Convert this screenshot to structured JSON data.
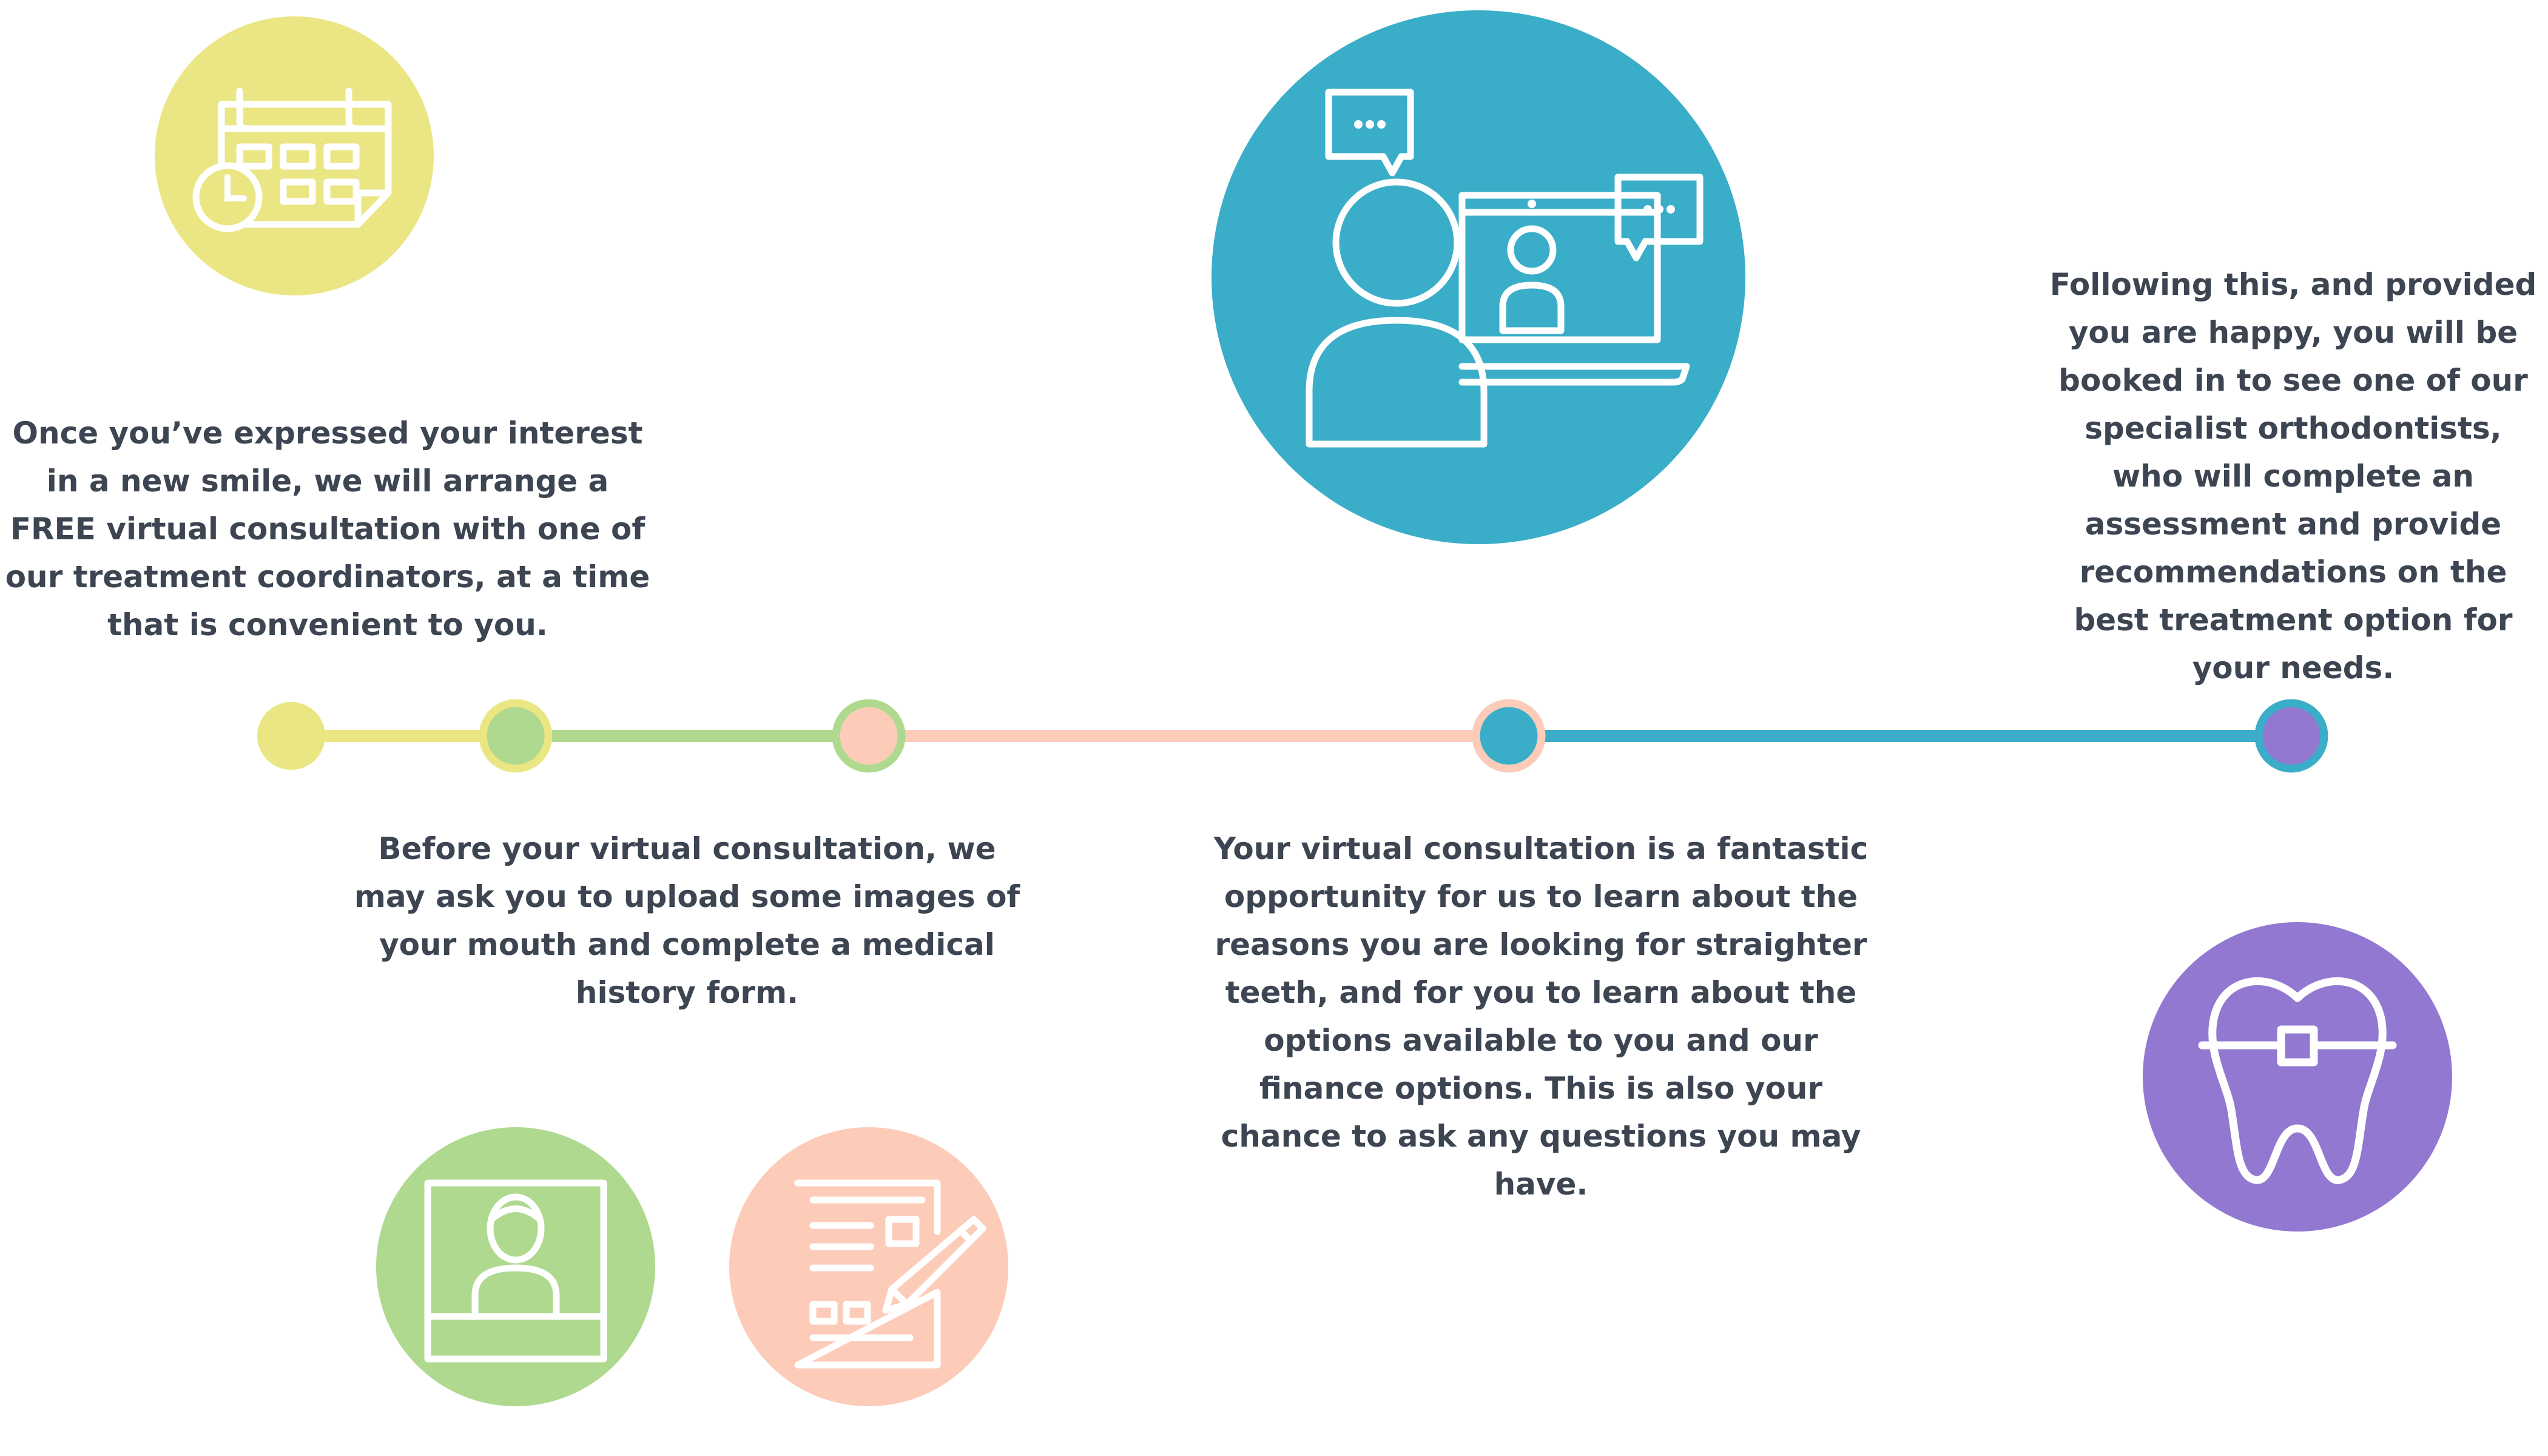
{
  "steps": [
    {
      "text": "Once you’ve expressed your interest in a new smile, we will arrange a FREE virtual consultation with one of our treatment coordinators, at a time that is convenient to you.",
      "icon": "calendar-clock-icon",
      "color": "#ebe684"
    },
    {
      "text": "Before your virtual consultation, we may ask you to upload some images of your mouth and complete a medical history form.",
      "icons": [
        "photo-portrait-icon",
        "form-pencil-icon"
      ],
      "colors": [
        "#aed98e",
        "#fcccb9"
      ]
    },
    {
      "text": "Your virtual consultation is a fantastic opportunity for us to learn about the reasons you are looking for straighter teeth, and for you to learn about the options available to you and our finance options. This is also your chance to ask any questions you may have.",
      "icon": "video-call-icon",
      "color": "#3aaec8"
    },
    {
      "text": "Following this, and provided you are happy, you will be booked in to see one of our specialist orthodontists, who will complete an assessment and provide recommendations on the best treatment option for your needs.",
      "icon": "tooth-braces-icon",
      "color": "#9278d1"
    }
  ],
  "timeline": {
    "colors": [
      "#ebe684",
      "#aed98e",
      "#fcccb9",
      "#3aaec8",
      "#9278d1"
    ]
  }
}
